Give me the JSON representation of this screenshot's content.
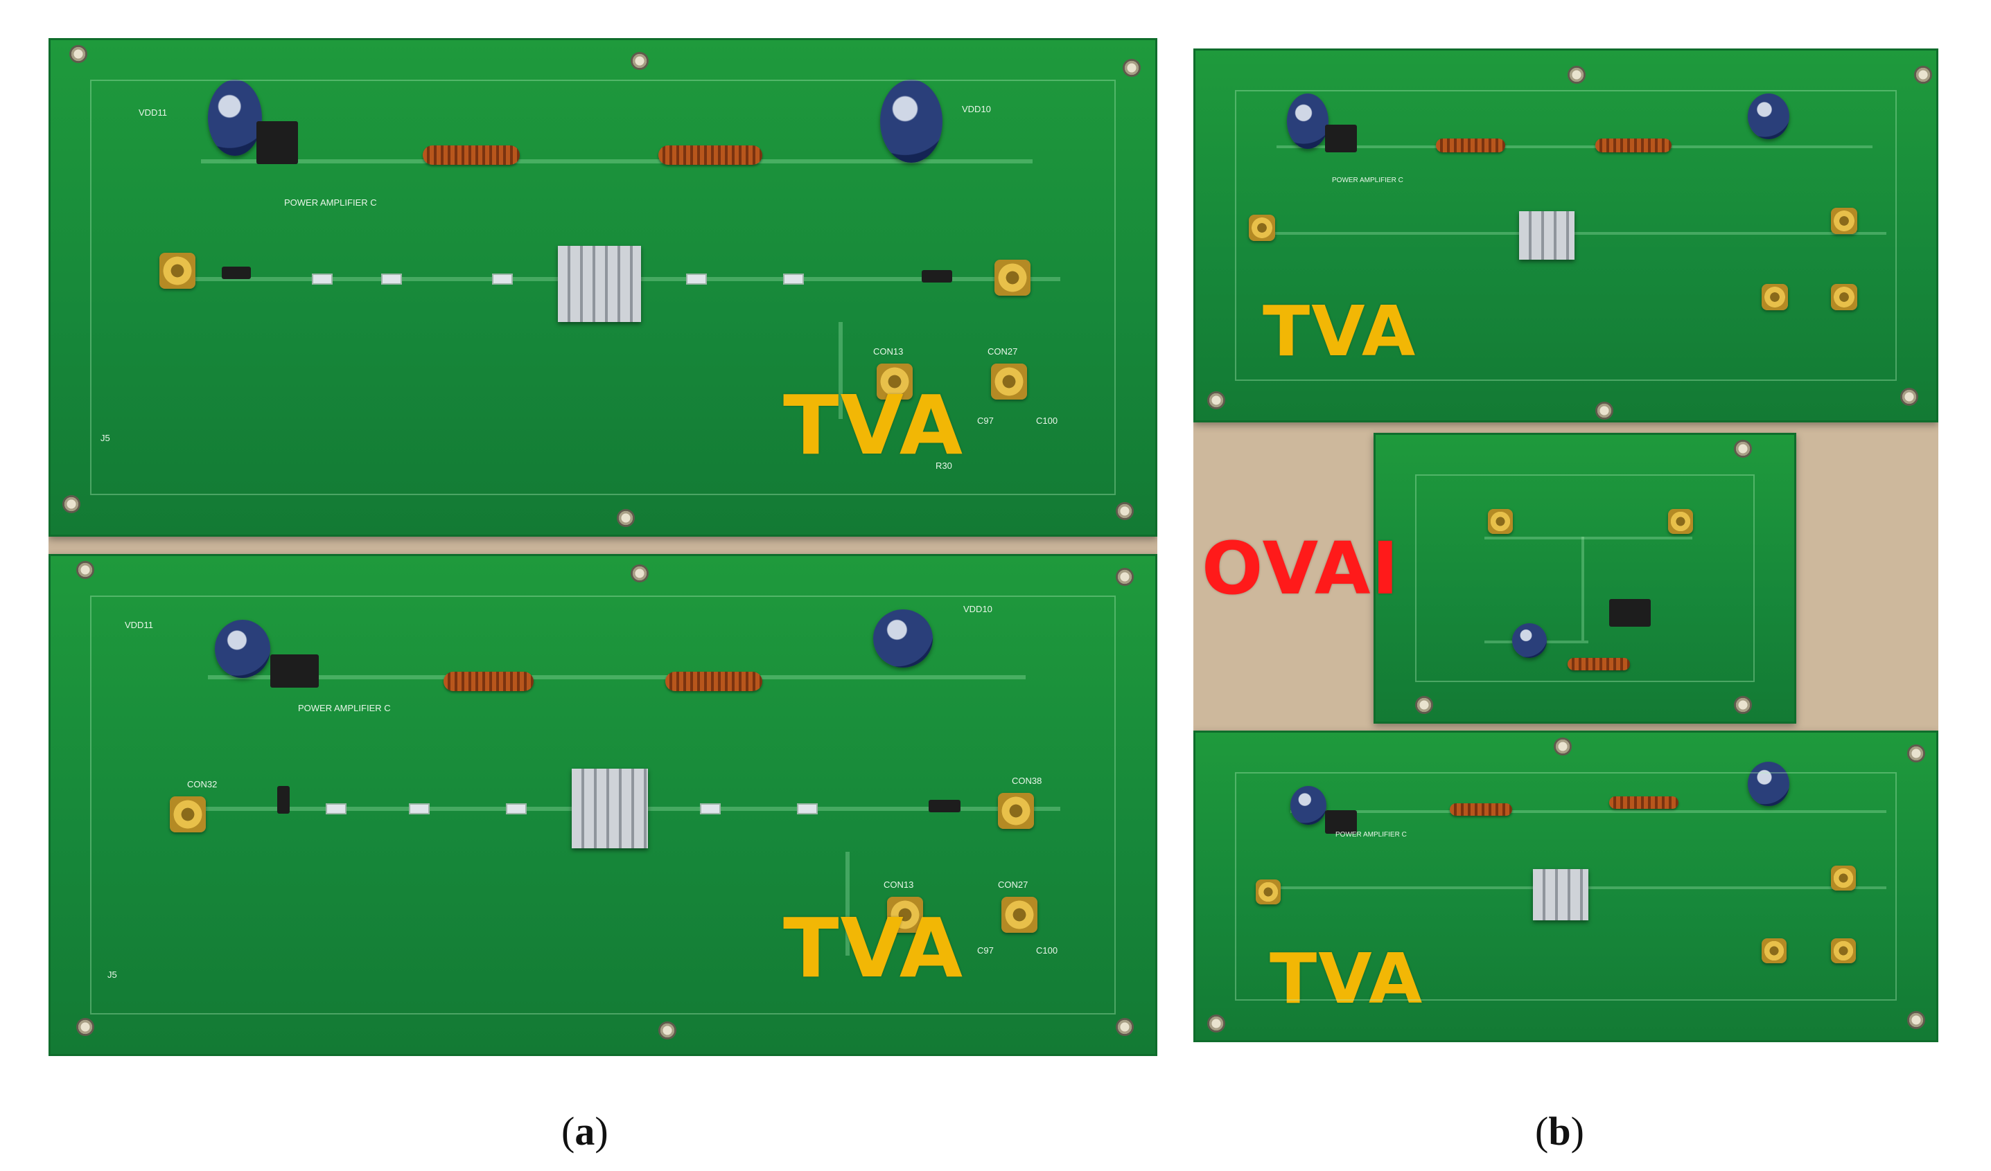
{
  "labels": {
    "tva": "TVA",
    "ovai": "OVAI"
  },
  "silkscreen": {
    "power_amplifier": "POWER AMPLIFIER C",
    "vdd11": "VDD11",
    "vdd10": "VDD10",
    "con13": "CON13",
    "con27": "CON27",
    "con38": "CON38",
    "con32": "CON32",
    "c97": "C97",
    "c100": "C100",
    "r30": "R30",
    "j5": "J5"
  },
  "captions": {
    "a_open": "(",
    "a_letter": "a",
    "a_close": ")",
    "b_open": "(",
    "b_letter": "b",
    "b_close": ")"
  },
  "colors": {
    "tva_label": "#f2b705",
    "ovai_label": "#ff1a1a",
    "pcb_green": "#1a8f3a"
  }
}
